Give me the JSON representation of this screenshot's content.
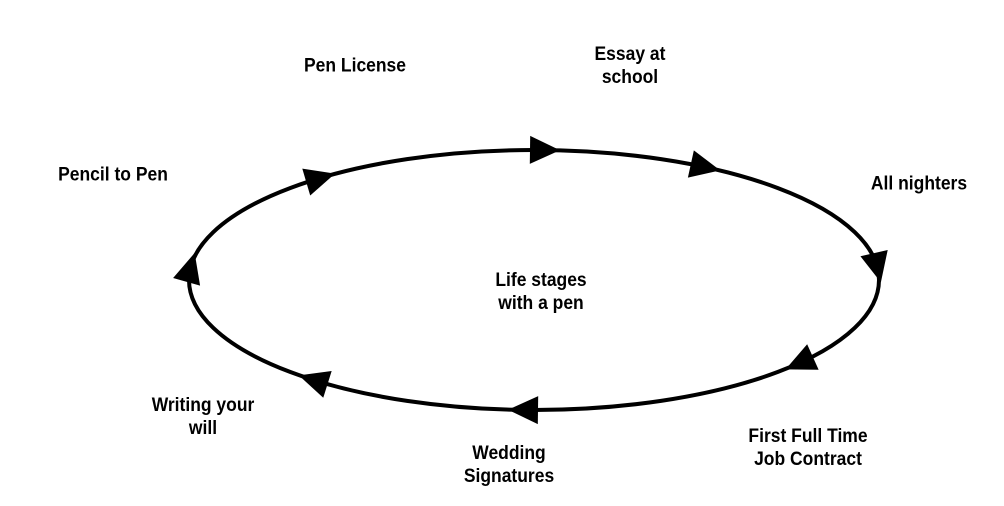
{
  "diagram": {
    "type": "cycle",
    "center_label": [
      "Life stages",
      "with a pen"
    ],
    "stages": [
      {
        "label": [
          "Pen License"
        ]
      },
      {
        "label": [
          "Essay at",
          "school"
        ]
      },
      {
        "label": [
          "All nighters"
        ]
      },
      {
        "label": [
          "First Full Time",
          "Job Contract"
        ]
      },
      {
        "label": [
          "Wedding",
          "Signatures"
        ]
      },
      {
        "label": [
          "Writing your",
          "will"
        ]
      },
      {
        "label": [
          "Pencil to Pen"
        ]
      }
    ],
    "direction": "clockwise",
    "arrow_count": 8,
    "colors": {
      "line": "#000000",
      "text": "#000000",
      "background": "#ffffff"
    }
  }
}
